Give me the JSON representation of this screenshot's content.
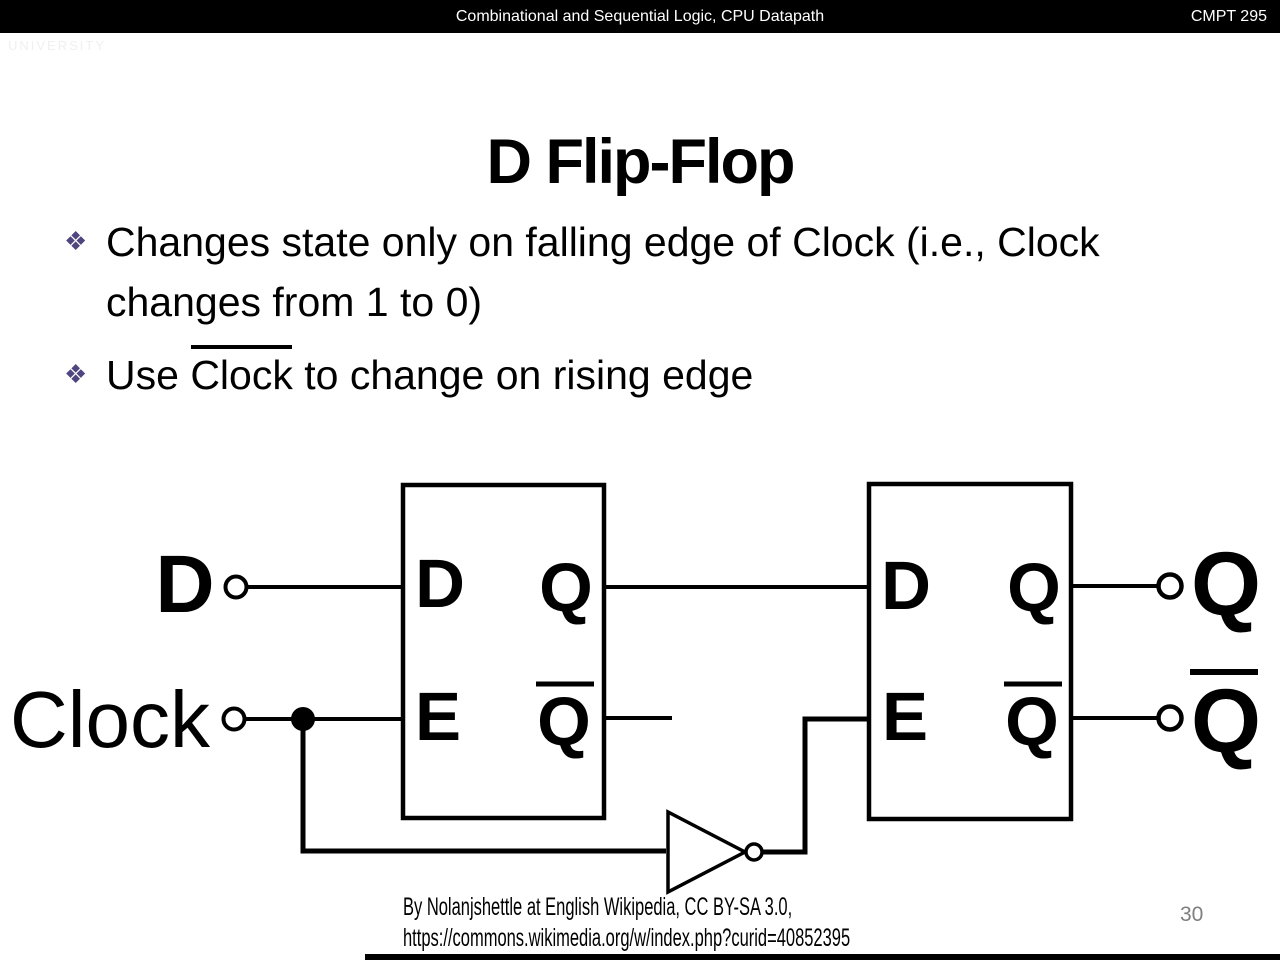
{
  "header": {
    "title": "Combinational and Sequential Logic, CPU Datapath",
    "course": "CMPT 295"
  },
  "watermark": "UNIVERSITY",
  "slide": {
    "title": "D Flip-Flop",
    "bullets": [
      {
        "marker": "❖",
        "lines": [
          "Changes state only on falling edge of Clock (i.e., Clock",
          "changes from 1 to 0)"
        ]
      },
      {
        "marker": "❖",
        "parts": [
          "Use ",
          "Clock",
          " to change on rising edge"
        ]
      }
    ],
    "page_number": "30"
  },
  "diagram": {
    "input_d_label": "D",
    "input_clock_label": "Clock",
    "latch1": {
      "d": "D",
      "q": "Q",
      "e": "E",
      "qbar": "Q"
    },
    "latch2": {
      "d": "D",
      "q": "Q",
      "e": "E",
      "qbar": "Q"
    },
    "output_q_label": "Q",
    "output_qbar_label": "Q"
  },
  "attribution": {
    "line1": "By Nolanjshettle at English Wikipedia, CC BY-SA 3.0,",
    "line2": "https://commons.wikimedia.org/w/index.php?curid=40852395"
  },
  "colors": {
    "bullet_marker": "#4f4680",
    "page_number": "#7f7f7f",
    "bar": "#000000"
  }
}
